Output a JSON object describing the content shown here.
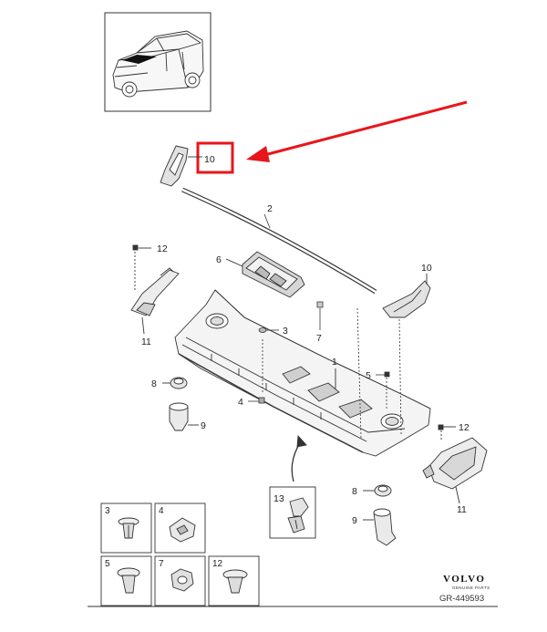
{
  "callouts": {
    "c10_top": "10",
    "c2": "2",
    "c12_left": "12",
    "c6": "6",
    "c10_right": "10",
    "c11_left": "11",
    "c3": "3",
    "c7": "7",
    "c1": "1",
    "c5": "5",
    "c8_left": "8",
    "c4": "4",
    "c9_left": "9",
    "c12_right": "12",
    "c13": "13",
    "c8_right": "8",
    "c11_right": "11",
    "c9_right": "9"
  },
  "legend_boxes": {
    "b3": "3",
    "b4": "4",
    "b5": "5",
    "b7": "7",
    "b12": "12"
  },
  "footer": {
    "brand": "VOLVO",
    "brand_sub": "GENUINE PARTS",
    "ref": "GR-449593"
  },
  "colors": {
    "highlight": "#e8161b",
    "line": "#333333",
    "fill_light": "#f4f4f4",
    "fill_mid": "#dcdcdc"
  }
}
